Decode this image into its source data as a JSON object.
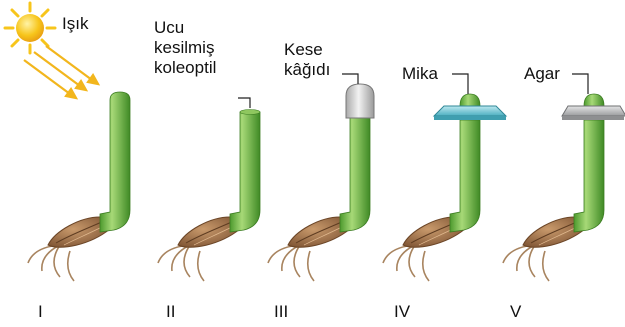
{
  "labels": {
    "light": "Işık",
    "cut_tip_line1": "Ucu",
    "cut_tip_line2": "kesilmiş",
    "cut_tip_line3": "koleoptil",
    "paper_line1": "Kese",
    "paper_line2": "kâğıdı",
    "mica": "Mika",
    "agar": "Agar"
  },
  "numerals": [
    "I",
    "II",
    "III",
    "IV",
    "V"
  ],
  "colors": {
    "stem_green": "#5fae3c",
    "stem_highlight": "#9fd26f",
    "seed_brown": "#9b6b45",
    "sun_yellow": "#f7c51b",
    "mica_blue": "#6cc7d6",
    "agar_gray": "#b5b6b8",
    "paper_gray": "#c9c9c9"
  }
}
